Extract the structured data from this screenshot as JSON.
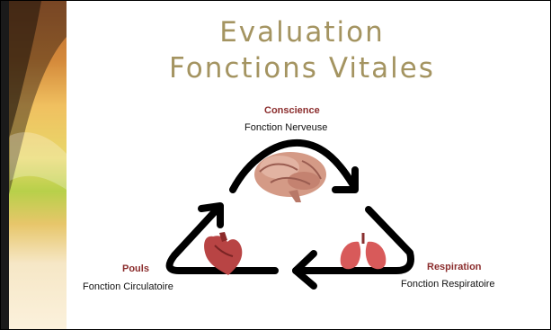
{
  "slide": {
    "title_line1": "Evaluation",
    "title_line2": "Fonctions Vitales"
  },
  "nodes": {
    "top": {
      "title": "Conscience",
      "subtitle": "Fonction Nerveuse",
      "icon": "brain-icon"
    },
    "right": {
      "title": "Respiration",
      "subtitle": "Fonction Respiratoire",
      "icon": "lungs-icon"
    },
    "left": {
      "title": "Pouls",
      "subtitle": "Fonction Circulatoire",
      "icon": "heart-icon"
    }
  },
  "colors": {
    "title": "#a49461",
    "node_title": "#8b2d2d",
    "arrow": "#000000"
  }
}
